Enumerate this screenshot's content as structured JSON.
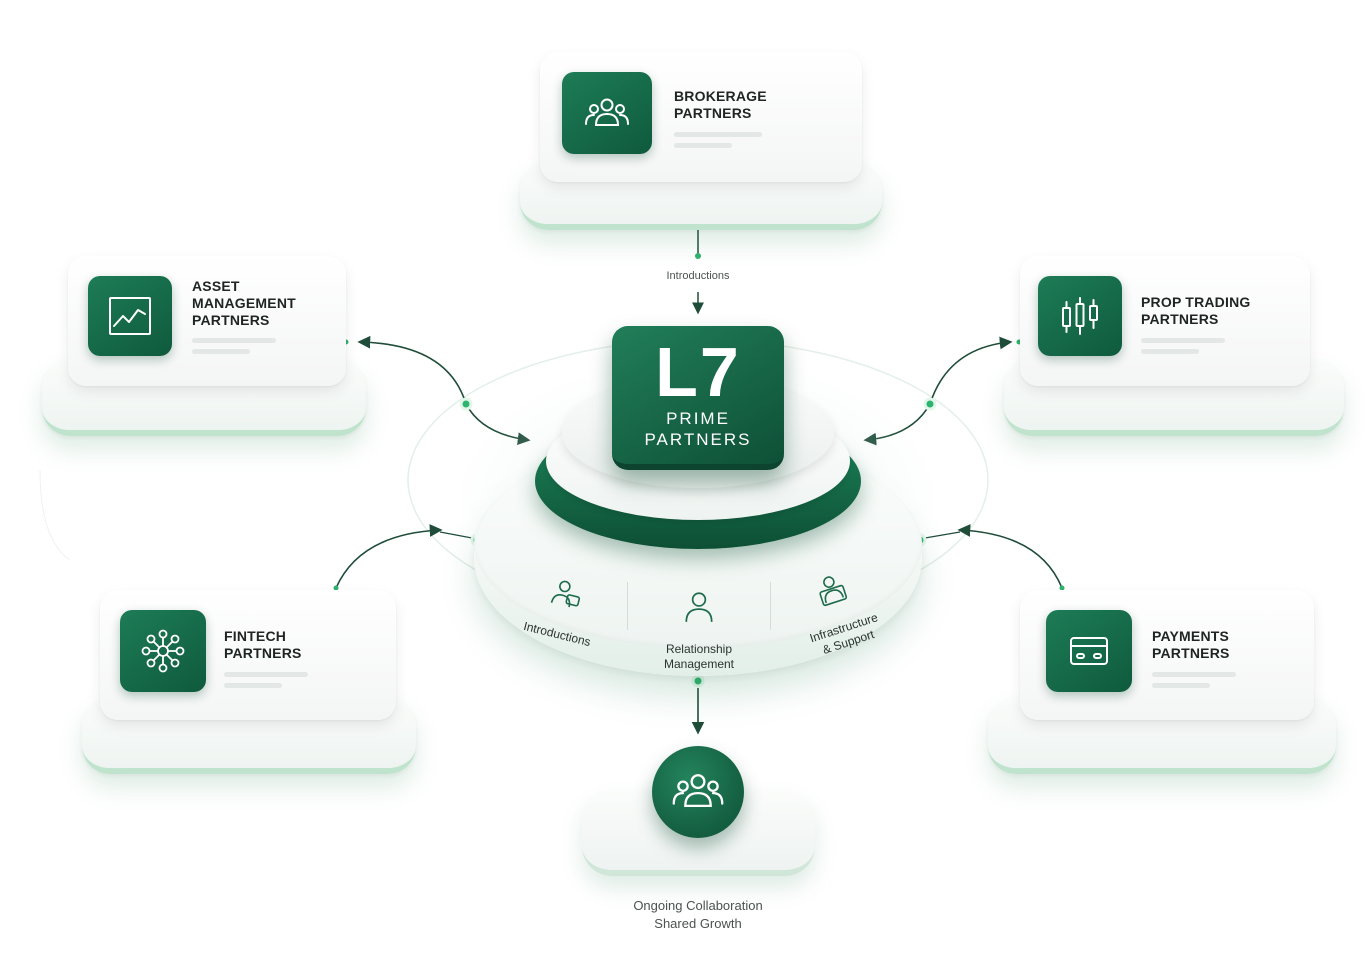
{
  "hub": {
    "logo": "L7",
    "subtitle": "PRIME\nPARTNERS"
  },
  "partners": [
    {
      "id": "brokerage",
      "label": "BROKERAGE\nPARTNERS",
      "icon": "people-group-icon"
    },
    {
      "id": "asset-management",
      "label": "ASSET\nMANAGEMENT\nPARTNERS",
      "icon": "line-chart-icon"
    },
    {
      "id": "prop-trading",
      "label": "PROP TRADING\nPARTNERS",
      "icon": "candlestick-icon"
    },
    {
      "id": "fintech",
      "label": "FINTECH\nPARTNERS",
      "icon": "network-icon"
    },
    {
      "id": "payments",
      "label": "PAYMENTS\nPARTNERS",
      "icon": "card-icon"
    }
  ],
  "services": [
    {
      "label": "Introductions",
      "icon": "user-chat-icon"
    },
    {
      "label": "Relationship\nManagement",
      "icon": "user-icon"
    },
    {
      "label": "Infrastructure\n& Support",
      "icon": "user-id-icon"
    }
  ],
  "flow_label_top": "Introductions",
  "bottom": {
    "caption": "Ongoing Collaboration\nShared Growth",
    "icon": "people-group-icon"
  },
  "colors": {
    "brand_green": "#0f5a3d",
    "accent_green": "#2fb36e",
    "line_green": "#1c5a40"
  }
}
